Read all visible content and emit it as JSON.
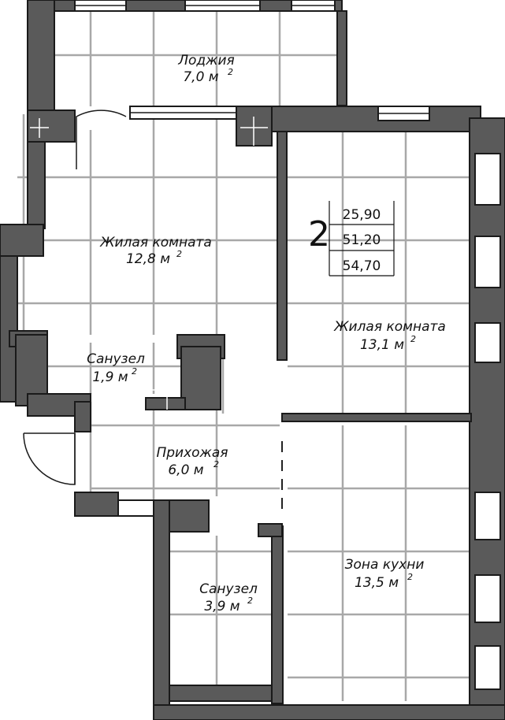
{
  "apartment": {
    "rooms_count": "2",
    "living_area": "25,90",
    "total_area_excl": "51,20",
    "total_area": "54,70"
  },
  "rooms": [
    {
      "id": "loggia",
      "name": "Лоджия",
      "area": "7,0 м",
      "unit_sup": "2"
    },
    {
      "id": "living1",
      "name": "Жилая комната",
      "area": "12,8 м",
      "unit_sup": "2"
    },
    {
      "id": "living2",
      "name": "Жилая комната",
      "area": "13,1 м",
      "unit_sup": "2"
    },
    {
      "id": "bath1",
      "name": "Санузел",
      "area": "1,9 м",
      "unit_sup": "2"
    },
    {
      "id": "hall",
      "name": "Прихожая",
      "area": "6,0 м",
      "unit_sup": "2"
    },
    {
      "id": "bath2",
      "name": "Санузел",
      "area": "3,9 м",
      "unit_sup": "2"
    },
    {
      "id": "kitchen",
      "name": "Зона кухни",
      "area": "13,5 м",
      "unit_sup": "2"
    }
  ],
  "colors": {
    "wall_fill": "#5a5a5a",
    "wall_stroke": "#1a1a1a",
    "grid": "#a8a8a8",
    "background": "#ffffff"
  }
}
